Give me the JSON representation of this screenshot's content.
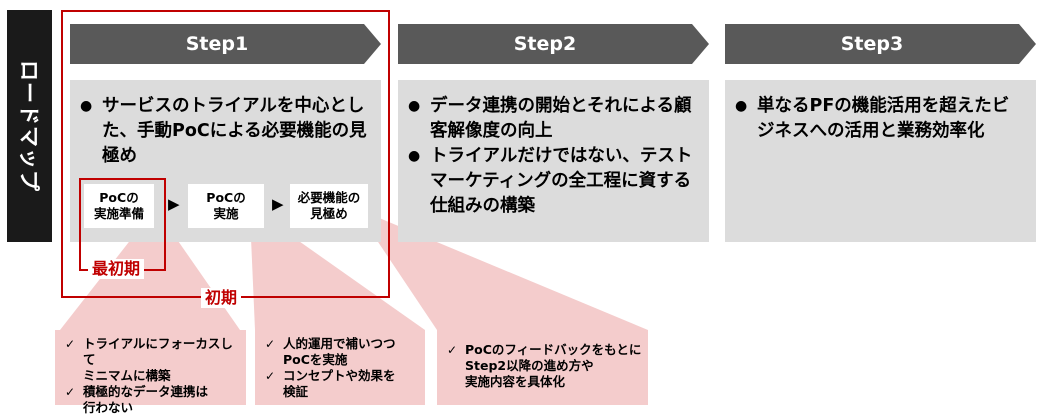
{
  "roadmap_label": "ロードマップ",
  "steps": [
    {
      "label": "Step1",
      "bullets": [
        "サービスのトライアルを中心とした、手動PoCによる必要機能の見極め"
      ]
    },
    {
      "label": "Step2",
      "bullets": [
        "データ連携の開始とそれによる顧客解像度の向上",
        "トライアルだけではない、テストマーケティングの全工程に資する仕組みの構築"
      ]
    },
    {
      "label": "Step3",
      "bullets": [
        "単なるPFの機能活用を超えたビジネスへの活用と業務効率化"
      ]
    }
  ],
  "phases": [
    {
      "line1": "PoCの",
      "line2": "実施準備"
    },
    {
      "line1": "PoCの",
      "line2": "実施"
    },
    {
      "line1": "必要機能の",
      "line2": "見極め"
    }
  ],
  "bullet_glyph": "●",
  "phase_arrow": "▶",
  "check_glyph": "✓",
  "labels": {
    "earliest": "最初期",
    "initial": "初期"
  },
  "callouts": [
    {
      "items": [
        {
          "line1": "トライアルにフォーカスして",
          "line2": "ミニマムに構築"
        },
        {
          "line1": "積極的なデータ連携は",
          "line2": "行わない"
        }
      ]
    },
    {
      "items": [
        {
          "line1": "人的運用で補いつつ",
          "line2": "PoCを実施"
        },
        {
          "line1": "コンセプトや効果を",
          "line2": "検証"
        }
      ]
    },
    {
      "items": [
        {
          "line1": "PoCのフィードバックをもとに",
          "line2": "Step2以降の進め方や",
          "line3": "実施内容を具体化"
        }
      ]
    }
  ],
  "colors": {
    "arrow": "#595959",
    "panel": "#dcdcdc",
    "accent_red": "#c00000",
    "callout": "#f4cccc",
    "roadmap": "#1a1a1a"
  }
}
